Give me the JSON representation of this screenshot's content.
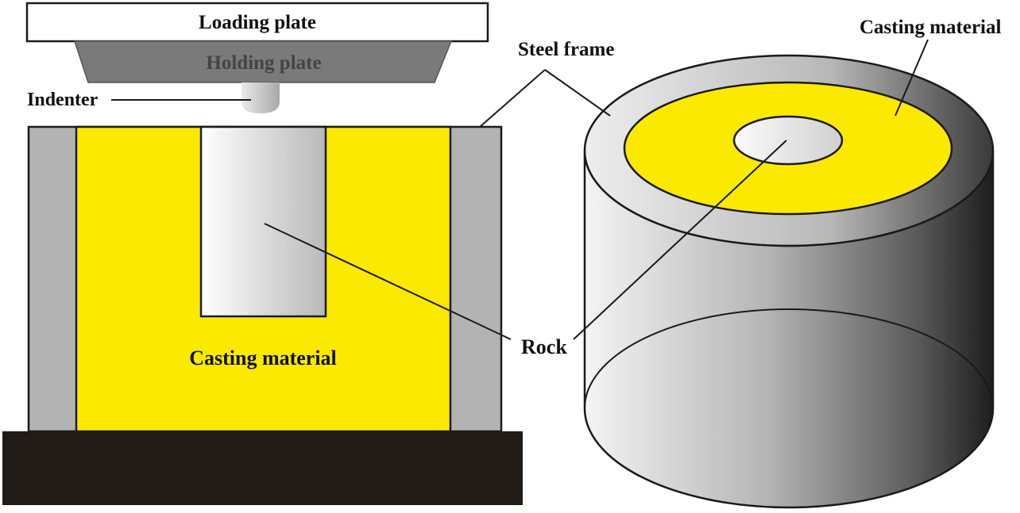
{
  "labels": {
    "loading_plate": "Loading plate",
    "holding_plate": "Holding plate",
    "indenter": "Indenter",
    "steel_frame": "Steel frame",
    "casting_material_top": "Casting material",
    "casting_material_left": "Casting material",
    "rock": "Rock"
  },
  "colors": {
    "casting_material": "#fbe900",
    "steel_frame": "#b3b3b3",
    "holding_plate": "#7a7a7a",
    "base": "#211b18",
    "outline": "#1a1a1a",
    "rock_light": "#ffffff",
    "rock_dark": "#b5b5b5",
    "cylinder_light": "#f3f3f3",
    "cylinder_dark": "#1e1e1e"
  }
}
